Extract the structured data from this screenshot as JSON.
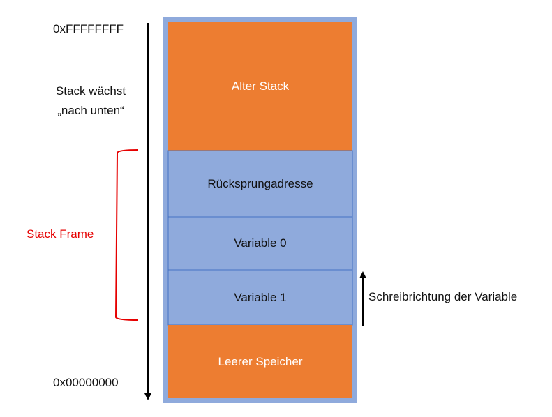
{
  "address_top": "0xFFFFFFFF",
  "address_bottom": "0x00000000",
  "growth_line1": "Stack wächst",
  "growth_line2": "„nach unten“",
  "frame_label": "Stack Frame",
  "write_label": "Schreibrichtung der Variable",
  "blocks": [
    {
      "label": "Alter Stack",
      "kind": "old"
    },
    {
      "label": "Rücksprungadresse",
      "kind": "frame"
    },
    {
      "label": "Variable 0",
      "kind": "frame"
    },
    {
      "label": "Variable 1",
      "kind": "frame"
    },
    {
      "label": "Leerer Speicher",
      "kind": "empty"
    }
  ],
  "colors": {
    "orange": "#ED7D31",
    "blue_fill": "#8FAADC",
    "blue_border": "#4472C4",
    "outer_border": "#8FAADC",
    "frame_bracket": "#E60000",
    "frame_text": "#E60000",
    "text_light": "#ffffff",
    "text_dark": "#111111"
  }
}
